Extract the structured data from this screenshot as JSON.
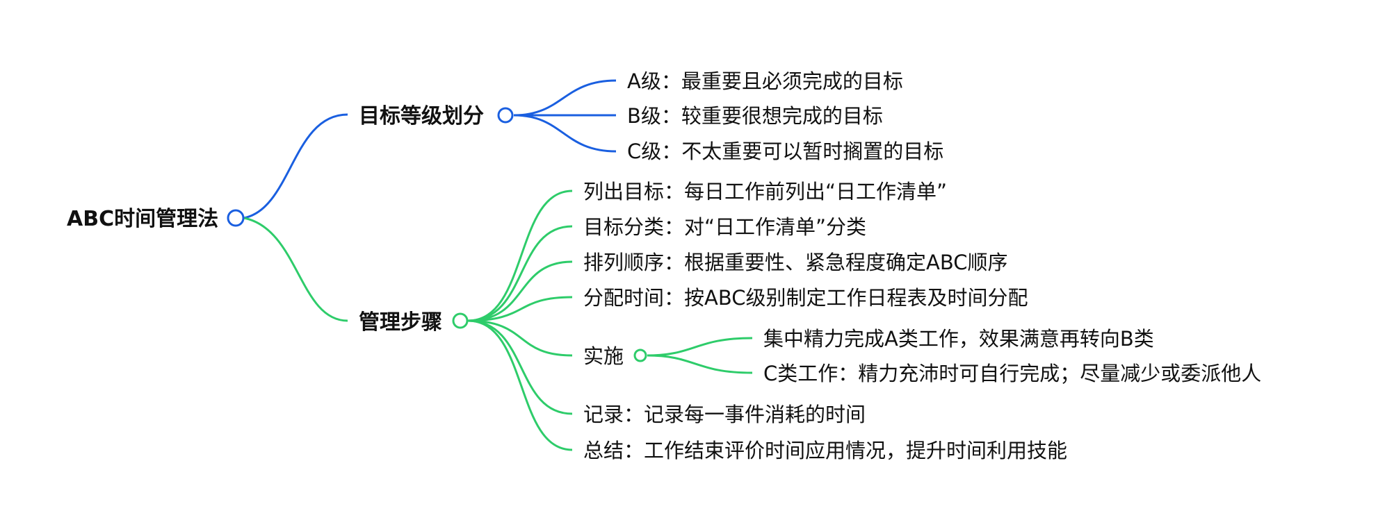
{
  "colors": {
    "blue": "#1a5fe0",
    "green": "#2ecc6a",
    "text": "#111111",
    "background": "#ffffff"
  },
  "root": {
    "label": "ABC时间管理法"
  },
  "branch_goal_levels": {
    "label": "目标等级划分",
    "items": [
      "A级：最重要且必须完成的目标",
      "B级：较重要很想完成的目标",
      "C级：不太重要可以暂时搁置的目标"
    ]
  },
  "branch_steps": {
    "label": "管理步骤",
    "items": [
      "列出目标：每日工作前列出“日工作清单”",
      "目标分类：对“日工作清单”分类",
      "排列顺序：根据重要性、紧急程度确定ABC顺序",
      "分配时间：按ABC级别制定工作日程表及时间分配",
      "实施",
      "记录：记录每一事件消耗的时间",
      "总结：工作结束评价时间应用情况，提升时间利用技能"
    ],
    "implement_children": [
      "集中精力完成A类工作，效果满意再转向B类",
      "C类工作：精力充沛时可自行完成；尽量减少或委派他人"
    ]
  }
}
